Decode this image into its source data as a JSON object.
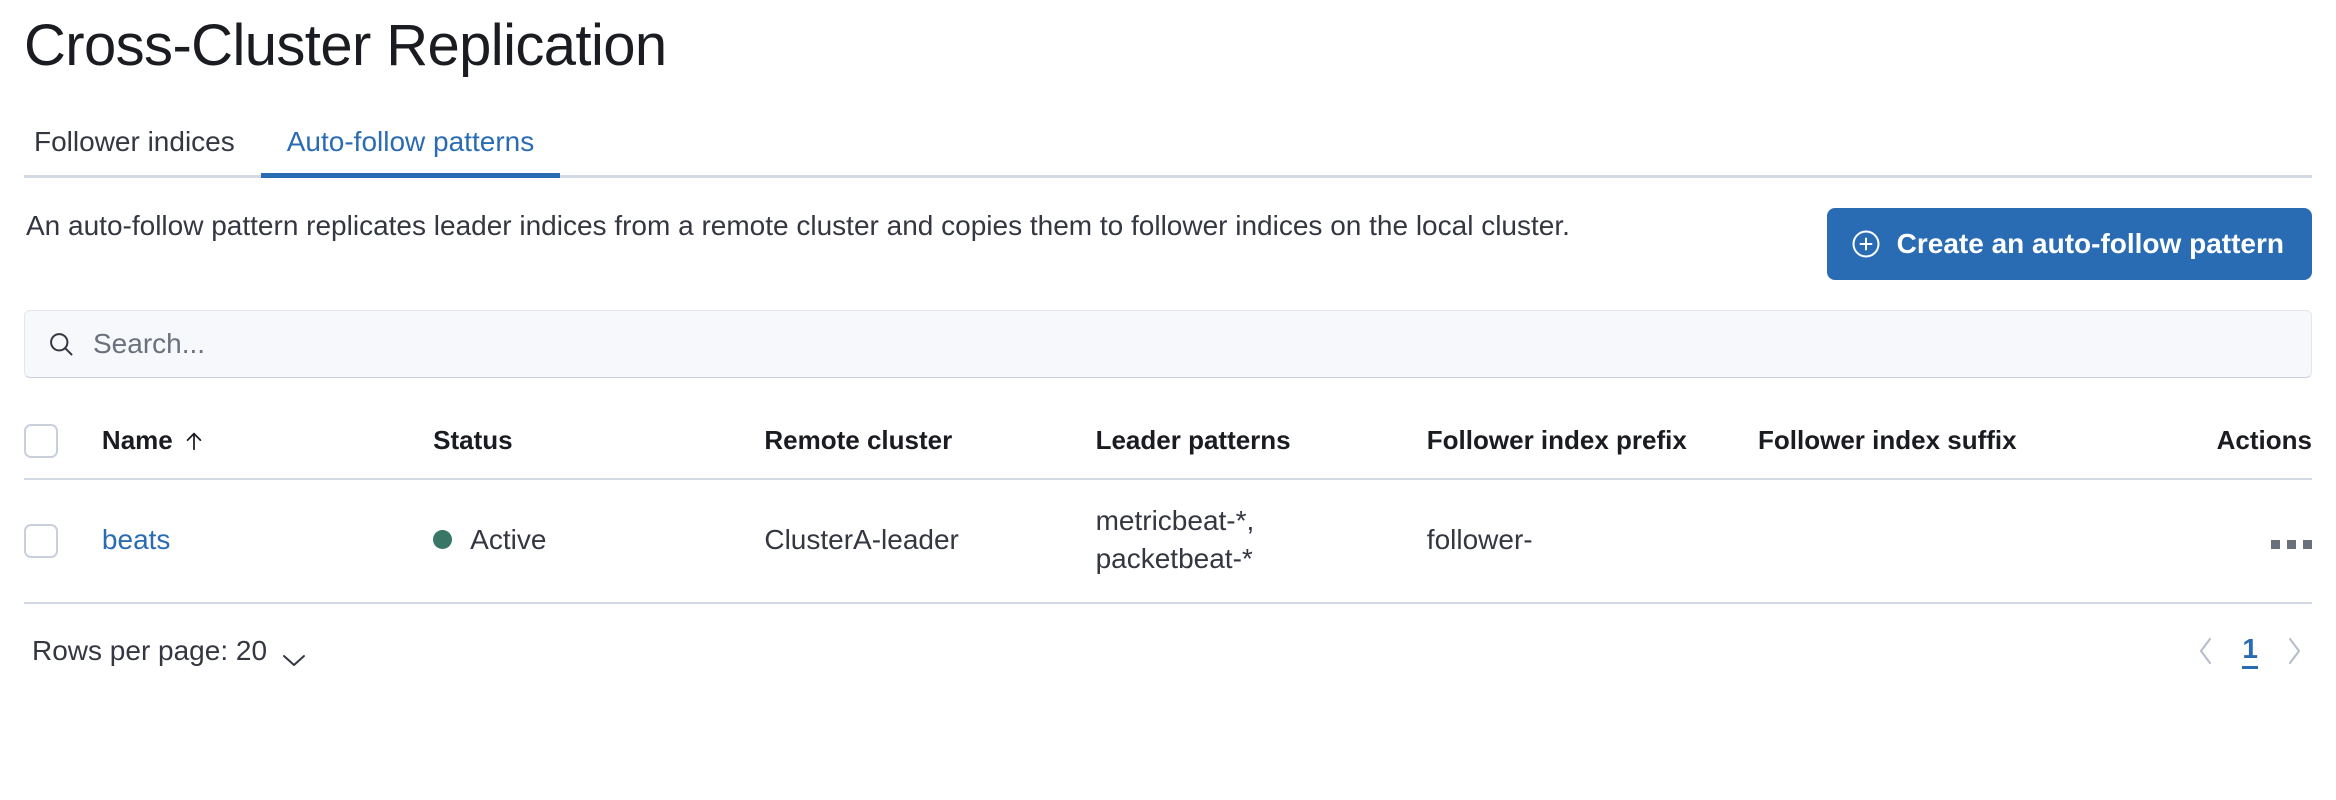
{
  "page": {
    "title": "Cross-Cluster Replication"
  },
  "tabs": [
    {
      "label": "Follower indices",
      "active": false
    },
    {
      "label": "Auto-follow patterns",
      "active": true
    }
  ],
  "intro": {
    "description": "An auto-follow pattern replicates leader indices from a remote cluster and copies them to follower indices on the local cluster.",
    "create_button_label": "Create an auto-follow pattern",
    "create_button_icon": "plus-in-circle-icon",
    "accent_color": "#2a6cb4"
  },
  "search": {
    "placeholder": "Search...",
    "value": "",
    "icon": "search-icon"
  },
  "table": {
    "columns": [
      "Name",
      "Status",
      "Remote cluster",
      "Leader patterns",
      "Follower index prefix",
      "Follower index suffix",
      "Actions"
    ],
    "sort": {
      "column": "Name",
      "direction": "ascending",
      "icon": "arrow-up-icon"
    },
    "rows": [
      {
        "selected": false,
        "name": "beats",
        "status": "Active",
        "status_color": "#387765",
        "remote_cluster": "ClusterA-leader",
        "leader_patterns": "metricbeat-*,\npacketbeat-*",
        "follower_index_prefix": "follower-",
        "follower_index_suffix": "",
        "actions_icon": "more-horizontal-icon"
      }
    ]
  },
  "footer": {
    "rows_per_page_label": "Rows per page: 20",
    "rows_per_page_icon": "chevron-down-icon",
    "pagination": {
      "previous_icon": "chevron-left-icon",
      "next_icon": "chevron-right-icon",
      "current_page": "1"
    }
  }
}
